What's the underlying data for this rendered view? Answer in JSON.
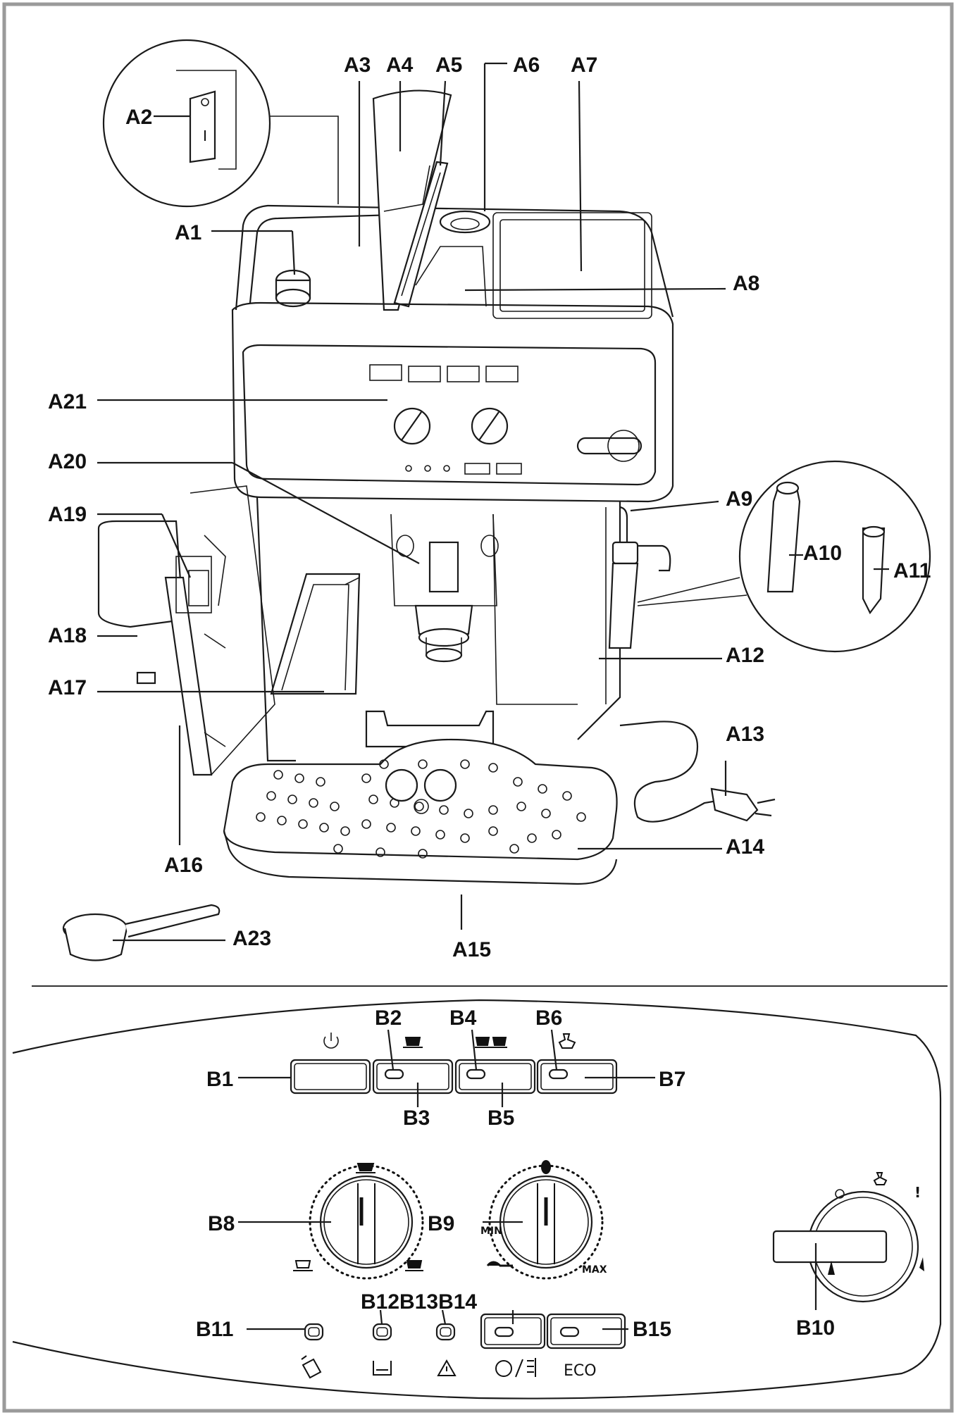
{
  "labels": {
    "A1": "A1",
    "A2": "A2",
    "A3": "A3",
    "A4": "A4",
    "A5": "A5",
    "A6": "A6",
    "A7": "A7",
    "A8": "A8",
    "A9": "A9",
    "A10": "A10",
    "A11": "A11",
    "A12": "A12",
    "A13": "A13",
    "A14": "A14",
    "A15": "A15",
    "A16": "A16",
    "A17": "A17",
    "A18": "A18",
    "A19": "A19",
    "A20": "A20",
    "A21": "A21",
    "A23": "A23",
    "B1": "B1",
    "B2": "B2",
    "B3": "B3",
    "B4": "B4",
    "B5": "B5",
    "B6": "B6",
    "B7": "B7",
    "B8": "B8",
    "B9": "B9",
    "B10": "B10",
    "B11": "B11",
    "B12B13B14": "B12B13B14",
    "B15": "B15"
  },
  "dial_text": {
    "min": "MIN",
    "max": "MAX"
  },
  "panel_text": {
    "eco": "ECO"
  },
  "icons": {
    "power": "power-icon",
    "single_cup": "single-cup-icon",
    "double_cup": "double-cup-icon",
    "steam": "steam-icon",
    "coffee_bean": "coffee-bean-icon",
    "scoop": "scoop-icon",
    "water_tank": "water-tank-icon",
    "grounds": "grounds-container-icon",
    "alarm": "alarm-icon",
    "descale": "descale-icon"
  }
}
